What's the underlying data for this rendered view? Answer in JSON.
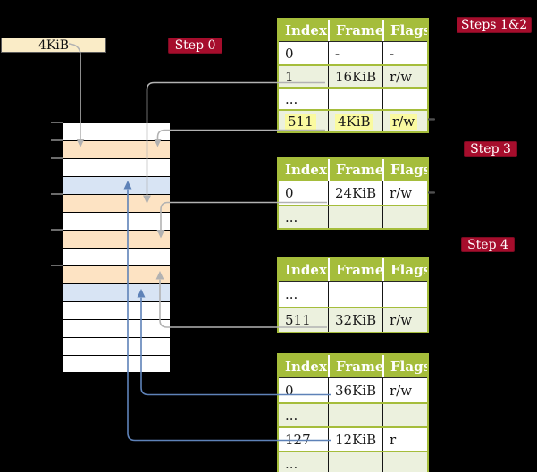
{
  "colors": {
    "header_green": "#a5bd3b",
    "row_green": "#ecf1de",
    "peach": "#fde3c3",
    "blue_row": "#d8e4f4",
    "cream": "#faecc7",
    "crimson": "#a60d2c",
    "gray_line": "#b2b2b2",
    "blue_line": "#5e82b8",
    "highlight_yellow": "#fafaa0"
  },
  "frame_box": {
    "label": "4KiB"
  },
  "step_labels": [
    {
      "id": "step0",
      "text": "Step 0"
    },
    {
      "id": "steps12",
      "text": "Steps 1&2"
    },
    {
      "id": "step3",
      "text": "Step 3"
    },
    {
      "id": "step4",
      "text": "Step 4"
    }
  ],
  "memory_stack": {
    "rows": [
      "white",
      "peach",
      "white",
      "blue",
      "peach",
      "white",
      "peach",
      "white",
      "peach",
      "blue",
      "white",
      "white",
      "white",
      "white"
    ],
    "tick_count": 6
  },
  "tables": [
    {
      "headers": [
        "Index",
        "Frame",
        "Flags"
      ],
      "rows": [
        {
          "cells": [
            "0",
            "-",
            "-"
          ],
          "shaded": false,
          "highlighted": false
        },
        {
          "cells": [
            "1",
            "16KiB",
            "r/w"
          ],
          "shaded": true,
          "highlighted": false
        },
        {
          "cells": [
            "...",
            "",
            ""
          ],
          "shaded": false,
          "highlighted": false
        },
        {
          "cells": [
            "511",
            "4KiB",
            "r/w"
          ],
          "shaded": true,
          "highlighted": true
        }
      ]
    },
    {
      "headers": [
        "Index",
        "Frame",
        "Flags"
      ],
      "rows": [
        {
          "cells": [
            "0",
            "24KiB",
            "r/w"
          ],
          "shaded": false,
          "highlighted": false
        },
        {
          "cells": [
            "...",
            "",
            ""
          ],
          "shaded": true,
          "highlighted": false
        }
      ]
    },
    {
      "headers": [
        "Index",
        "Frame",
        "Flags"
      ],
      "rows": [
        {
          "cells": [
            "...",
            "",
            ""
          ],
          "shaded": false,
          "highlighted": false
        },
        {
          "cells": [
            "511",
            "32KiB",
            "r/w"
          ],
          "shaded": true,
          "highlighted": false
        }
      ]
    },
    {
      "headers": [
        "Index",
        "Frame",
        "Flags"
      ],
      "rows": [
        {
          "cells": [
            "0",
            "36KiB",
            "r/w"
          ],
          "shaded": false,
          "highlighted": false
        },
        {
          "cells": [
            "...",
            "",
            ""
          ],
          "shaded": true,
          "highlighted": false
        },
        {
          "cells": [
            "127",
            "12KiB",
            "r"
          ],
          "shaded": false,
          "highlighted": false
        },
        {
          "cells": [
            "...",
            "",
            ""
          ],
          "shaded": true,
          "highlighted": false
        }
      ]
    }
  ],
  "connectors": [
    {
      "id": "frame-4kib-to-stack-row2",
      "color": "gray"
    },
    {
      "id": "table1-index1-to-stack-row5",
      "color": "gray"
    },
    {
      "id": "table1-index511-to-stack-row2",
      "color": "gray"
    },
    {
      "id": "table2-index0-to-stack-row7",
      "color": "gray"
    },
    {
      "id": "table3-index511-to-stack-row9",
      "color": "gray"
    },
    {
      "id": "table4-index0-to-stack-row10",
      "color": "blue"
    },
    {
      "id": "table4-index127-to-stack-row4",
      "color": "blue"
    }
  ]
}
